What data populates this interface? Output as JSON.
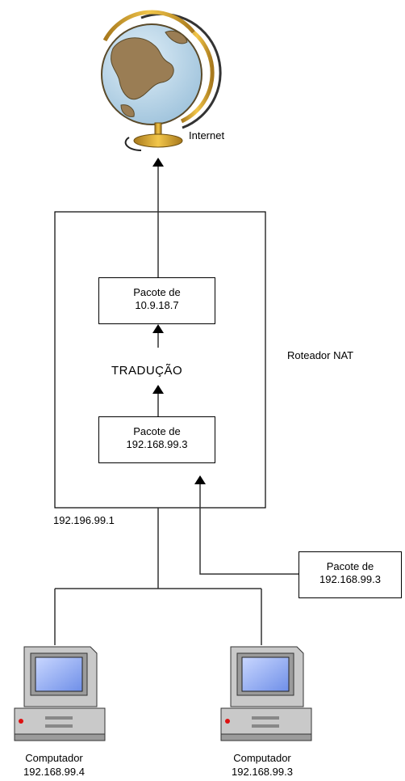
{
  "internet": {
    "label": "Internet"
  },
  "router": {
    "label": "Roteador NAT",
    "ip": "192.196.99.1"
  },
  "packet_out": {
    "line1": "Pacote de",
    "line2": "10.9.18.7"
  },
  "translation": {
    "label": "TRADUÇÃO"
  },
  "packet_in": {
    "line1": "Pacote de",
    "line2": "192.168.99.3"
  },
  "packet_external": {
    "line1": "Pacote de",
    "line2": "192.168.99.3"
  },
  "computers": [
    {
      "label": "Computador",
      "ip": "192.168.99.4"
    },
    {
      "label": "Computador",
      "ip": "192.168.99.3"
    }
  ],
  "icons": [
    "globe-icon",
    "computer-icon"
  ]
}
